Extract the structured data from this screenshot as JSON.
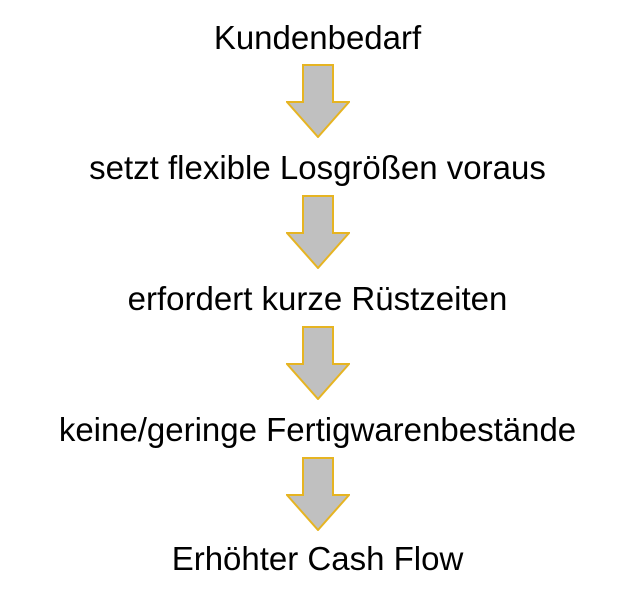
{
  "flow": {
    "steps": [
      "Kundenbedarf",
      "setzt flexible Losgrößen voraus",
      "erfordert kurze Rüstzeiten",
      "keine/geringe Fertigwarenbestände",
      "Erhöhter Cash Flow"
    ],
    "arrow_fill": "#c0c0c0",
    "arrow_stroke": "#e6b422"
  }
}
